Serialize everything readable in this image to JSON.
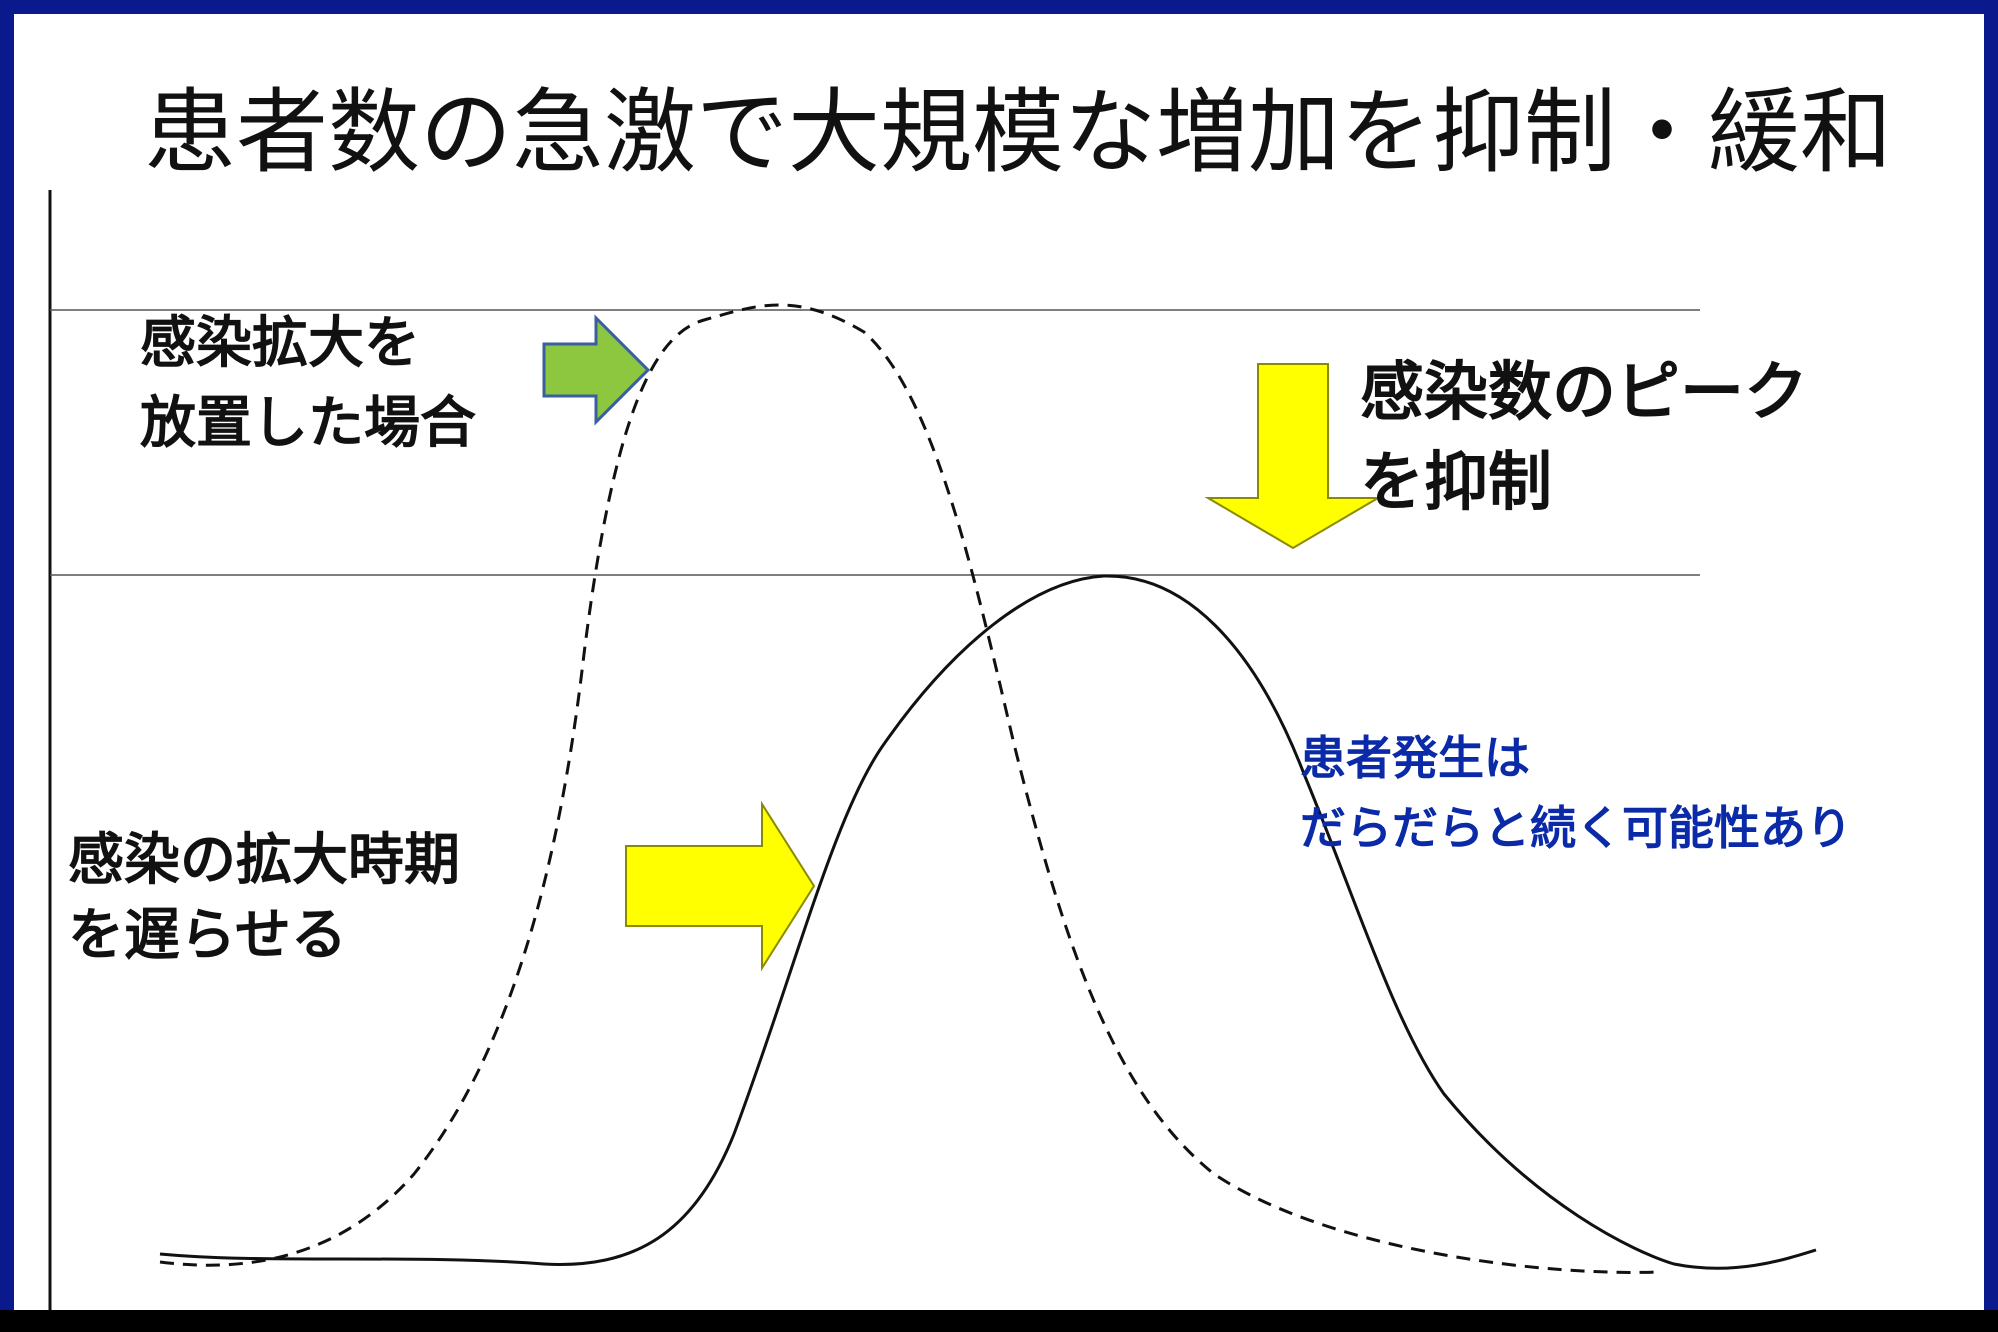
{
  "title": "患者数の急激で大規模な増加を抑制・緩和",
  "labels": {
    "uncontrolled_line1": "感染拡大を",
    "uncontrolled_line2": "放置した場合",
    "peak_line1": "感染数のピーク",
    "peak_line2": "を抑制",
    "delay_line1": "感染の拡大時期",
    "delay_line2": "を遅らせる",
    "note_line1": "患者発生は",
    "note_line2": "だらだらと続く可能性あり"
  },
  "colors": {
    "border": "#0a1a8c",
    "green_arrow": "#8dc63f",
    "yellow_arrow": "#ffff00",
    "note_text": "#0a2aa8"
  },
  "icons": {
    "green_arrow": "right-arrow-icon",
    "yellow_right_arrow": "right-arrow-icon",
    "yellow_down_arrow": "down-arrow-icon"
  }
}
